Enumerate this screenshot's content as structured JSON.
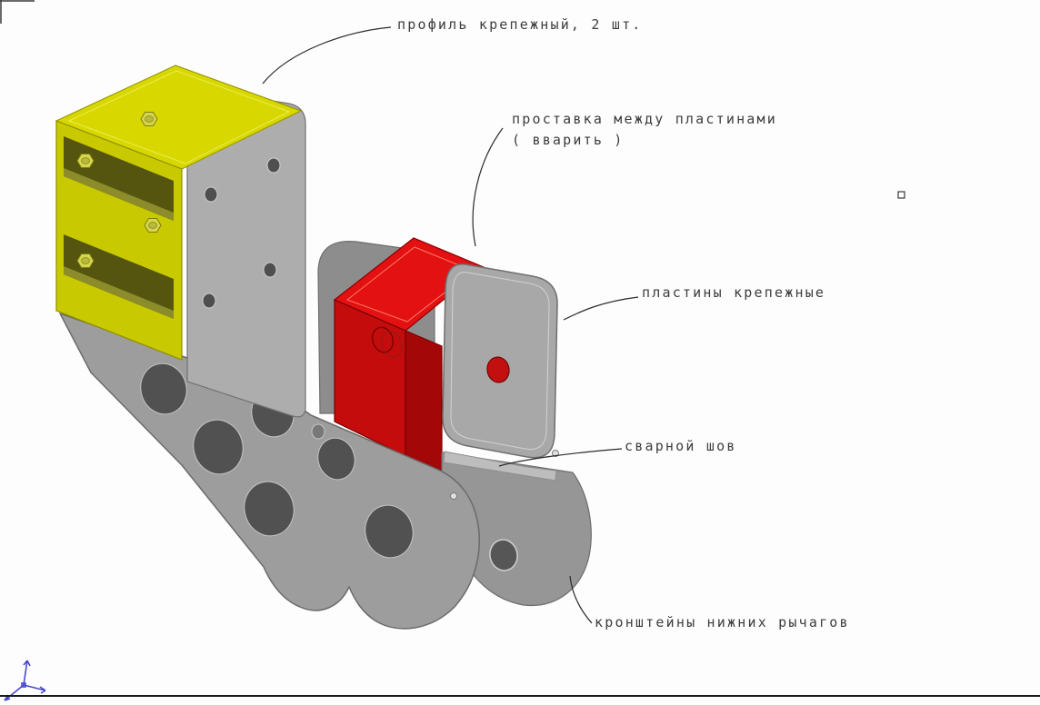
{
  "viewport": {
    "background": "#fdfdfd"
  },
  "annotations": {
    "profile": {
      "label": "профиль крепежный, 2 шт."
    },
    "spacer": {
      "label": "проставка между пластинами",
      "label2": "( вварить )"
    },
    "plates": {
      "label": "пластины крепежные"
    },
    "weld": {
      "label": "сварной шов"
    },
    "brackets": {
      "label": "кронштейны нижних рычагов"
    }
  },
  "parts": {
    "profile": {
      "color": "#c9c900"
    },
    "spacer": {
      "color": "#c40c0c"
    },
    "plates": {
      "color": "#a8a8a8"
    },
    "brackets": {
      "color": "#9d9d9d"
    }
  },
  "ucs": {
    "icon": "ucs-axes-icon",
    "color": "#4a4ace"
  }
}
